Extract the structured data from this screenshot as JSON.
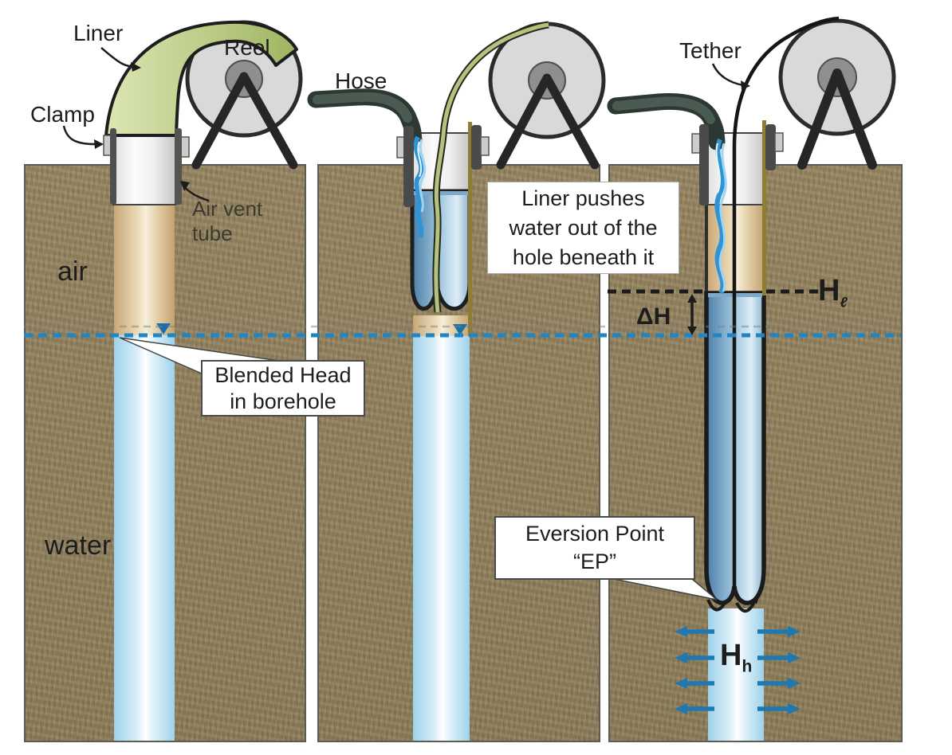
{
  "labels": {
    "liner": "Liner",
    "reel": "Reel",
    "clamp": "Clamp",
    "air_vent_line1": "Air vent",
    "air_vent_line2": "tube",
    "hose": "Hose",
    "tether": "Tether",
    "zone_air": "air",
    "zone_water": "water"
  },
  "callouts": {
    "blended_head_line1": "Blended Head",
    "blended_head_line2": "in borehole",
    "liner_pushes_line1": "Liner pushes",
    "liner_pushes_line2": "water out of the",
    "liner_pushes_line3": "hole beneath it",
    "eversion_line1": "Eversion Point",
    "eversion_line2": "“EP”"
  },
  "measurements": {
    "delta_h": "ΔH",
    "head_liner_base": "H",
    "head_liner_sub": "ℓ",
    "head_hole_base": "H",
    "head_hole_sub": "h"
  },
  "colors": {
    "water-table-blue": "#1e86c6",
    "arrow-blue": "#1f78b0",
    "ground-brown": "#8e7e5f",
    "liner-green": "#b5c478",
    "hose-green": "#39463f",
    "liner-water-blue": "#4c7fa9",
    "borehole-water-blue": "#cfe9f6",
    "borehole-air-tan": "#e3cfa7",
    "reel-gray": "#d9d9d9"
  }
}
